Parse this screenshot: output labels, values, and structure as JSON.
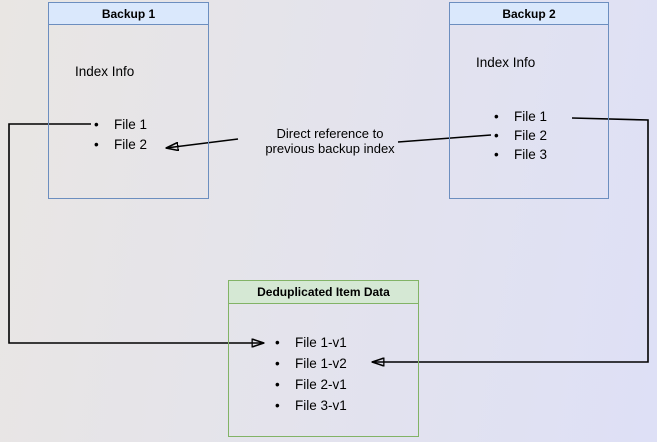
{
  "diagram": {
    "backup1": {
      "title": "Backup 1",
      "section_label": "Index Info",
      "files": [
        "File 1",
        "File 2"
      ]
    },
    "backup2": {
      "title": "Backup 2",
      "section_label": "Index Info",
      "files": [
        "File 1",
        "File 2",
        "File 3"
      ]
    },
    "dedup": {
      "title": "Deduplicated Item Data",
      "files": [
        "File 1-v1",
        "File 1-v2",
        "File 2-v1",
        "File 3-v1"
      ]
    },
    "edge_label": {
      "line1": "Direct reference to",
      "line2": "previous backup index"
    },
    "colors": {
      "backup_header_fill": "#dae8fc",
      "backup_border": "#6c8ebf",
      "dedup_header_fill": "#d5e8d4",
      "dedup_border": "#82b366",
      "arrow": "#000000",
      "bg_left": "#e9e6e3",
      "bg_right": "#dee0f6"
    }
  }
}
